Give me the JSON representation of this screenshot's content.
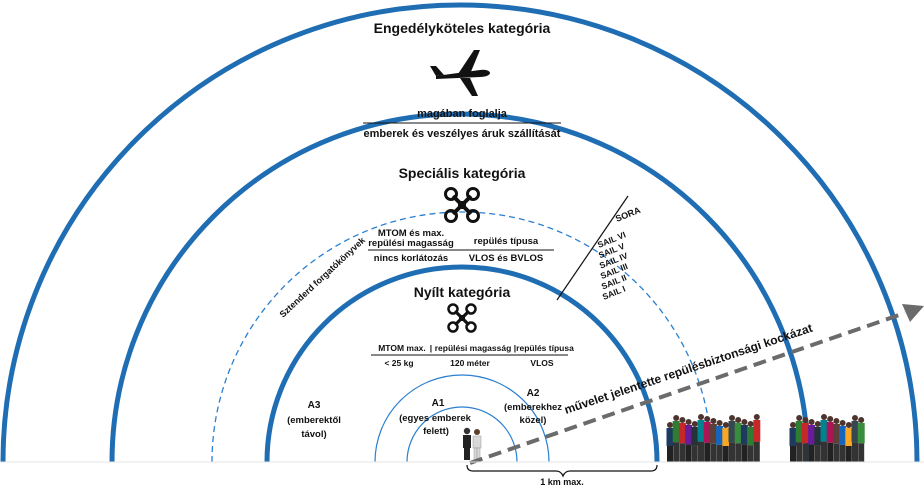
{
  "colors": {
    "arc": "#1f6db3",
    "dash_arc": "#2a7fd0",
    "risk_arrow": "#6b6b6b",
    "ink": "#111111"
  },
  "certified": {
    "title": "Engedélyköteles kategória",
    "icon": "airplane-icon",
    "line1": "magában foglalja",
    "line2": "emberek és veszélyes áruk szállítását"
  },
  "specific": {
    "title": "Speciális kategória",
    "icon": "drone-icon",
    "col1_header_a": "MTOM  és max.",
    "col1_header_b": "repülési magasság",
    "col2_header": "repülés típusa",
    "col1_value": "nincs korlátozás",
    "col2_value": "VLOS és BVLOS",
    "standard_scenarios": "Sztenderd forgatókönyvek",
    "sora": "SORA",
    "sail_levels": [
      "SAIL VI",
      "SAIL V",
      "SAIL IV",
      "SAIL III",
      "SAIL II",
      "SAIL I"
    ]
  },
  "open": {
    "title": "Nyílt kategória",
    "icon": "drone-icon",
    "header_mtom": "MTOM max.",
    "header_sep1": "|",
    "header_alt": "repülési magasság",
    "header_sep2": "|",
    "header_type": "repülés típusa",
    "value_mtom": "< 25 kg",
    "value_alt": "120 méter",
    "value_type": "VLOS",
    "a1_title": "A1",
    "a1_line1": "(egyes emberek",
    "a1_line2": "felett)",
    "a2_title": "A2",
    "a2_line1": "(emberekhez",
    "a2_line2": "közel)",
    "a3_title": "A3",
    "a3_line1": "(emberektől",
    "a3_line2": "távol)"
  },
  "risk_label": "művelet jelentette repülésbiztonsági kockázat",
  "distance_label": "1 km max."
}
